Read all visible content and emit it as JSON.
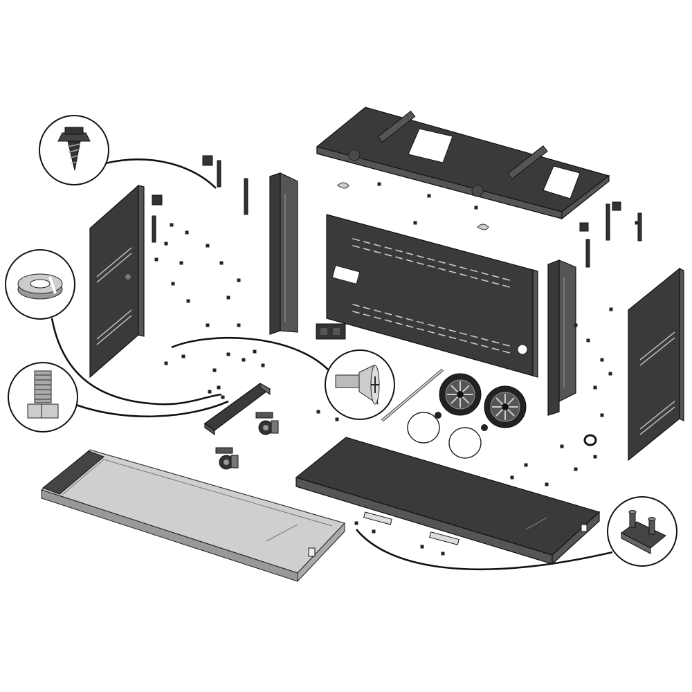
{
  "diagram": {
    "kind": "exploded-assembly",
    "parts": [
      {
        "id": "top-panel",
        "icon": "top-panel"
      },
      {
        "id": "back-panel",
        "icon": "louvered-back-panel"
      },
      {
        "id": "left-side-panel",
        "icon": "side-panel"
      },
      {
        "id": "right-side-panel",
        "icon": "side-panel"
      },
      {
        "id": "left-rear-leg",
        "icon": "channel-post"
      },
      {
        "id": "right-rear-leg",
        "icon": "channel-post"
      },
      {
        "id": "bottom-shelf",
        "icon": "shelf"
      },
      {
        "id": "base-tray",
        "icon": "steel-tray"
      },
      {
        "id": "caster-bracket",
        "icon": "channel-bracket"
      },
      {
        "id": "swivel-casters",
        "icon": "caster-wheel"
      },
      {
        "id": "wheels",
        "icon": "spoked-wheel"
      },
      {
        "id": "axle",
        "icon": "axle-rod"
      },
      {
        "id": "hubcaps",
        "icon": "hubcap"
      },
      {
        "id": "door-magnets",
        "icon": "magnet-catch"
      }
    ],
    "callouts": [
      {
        "id": "hex-screw",
        "icon": "hex-washer-screw-icon"
      },
      {
        "id": "lock-washer",
        "icon": "split-lock-washer-icon"
      },
      {
        "id": "hex-bolt",
        "icon": "hex-bolt-icon"
      },
      {
        "id": "flat-head-screw",
        "icon": "flat-head-screw-icon"
      },
      {
        "id": "magnet-catch",
        "icon": "magnet-catch-icon"
      }
    ]
  }
}
